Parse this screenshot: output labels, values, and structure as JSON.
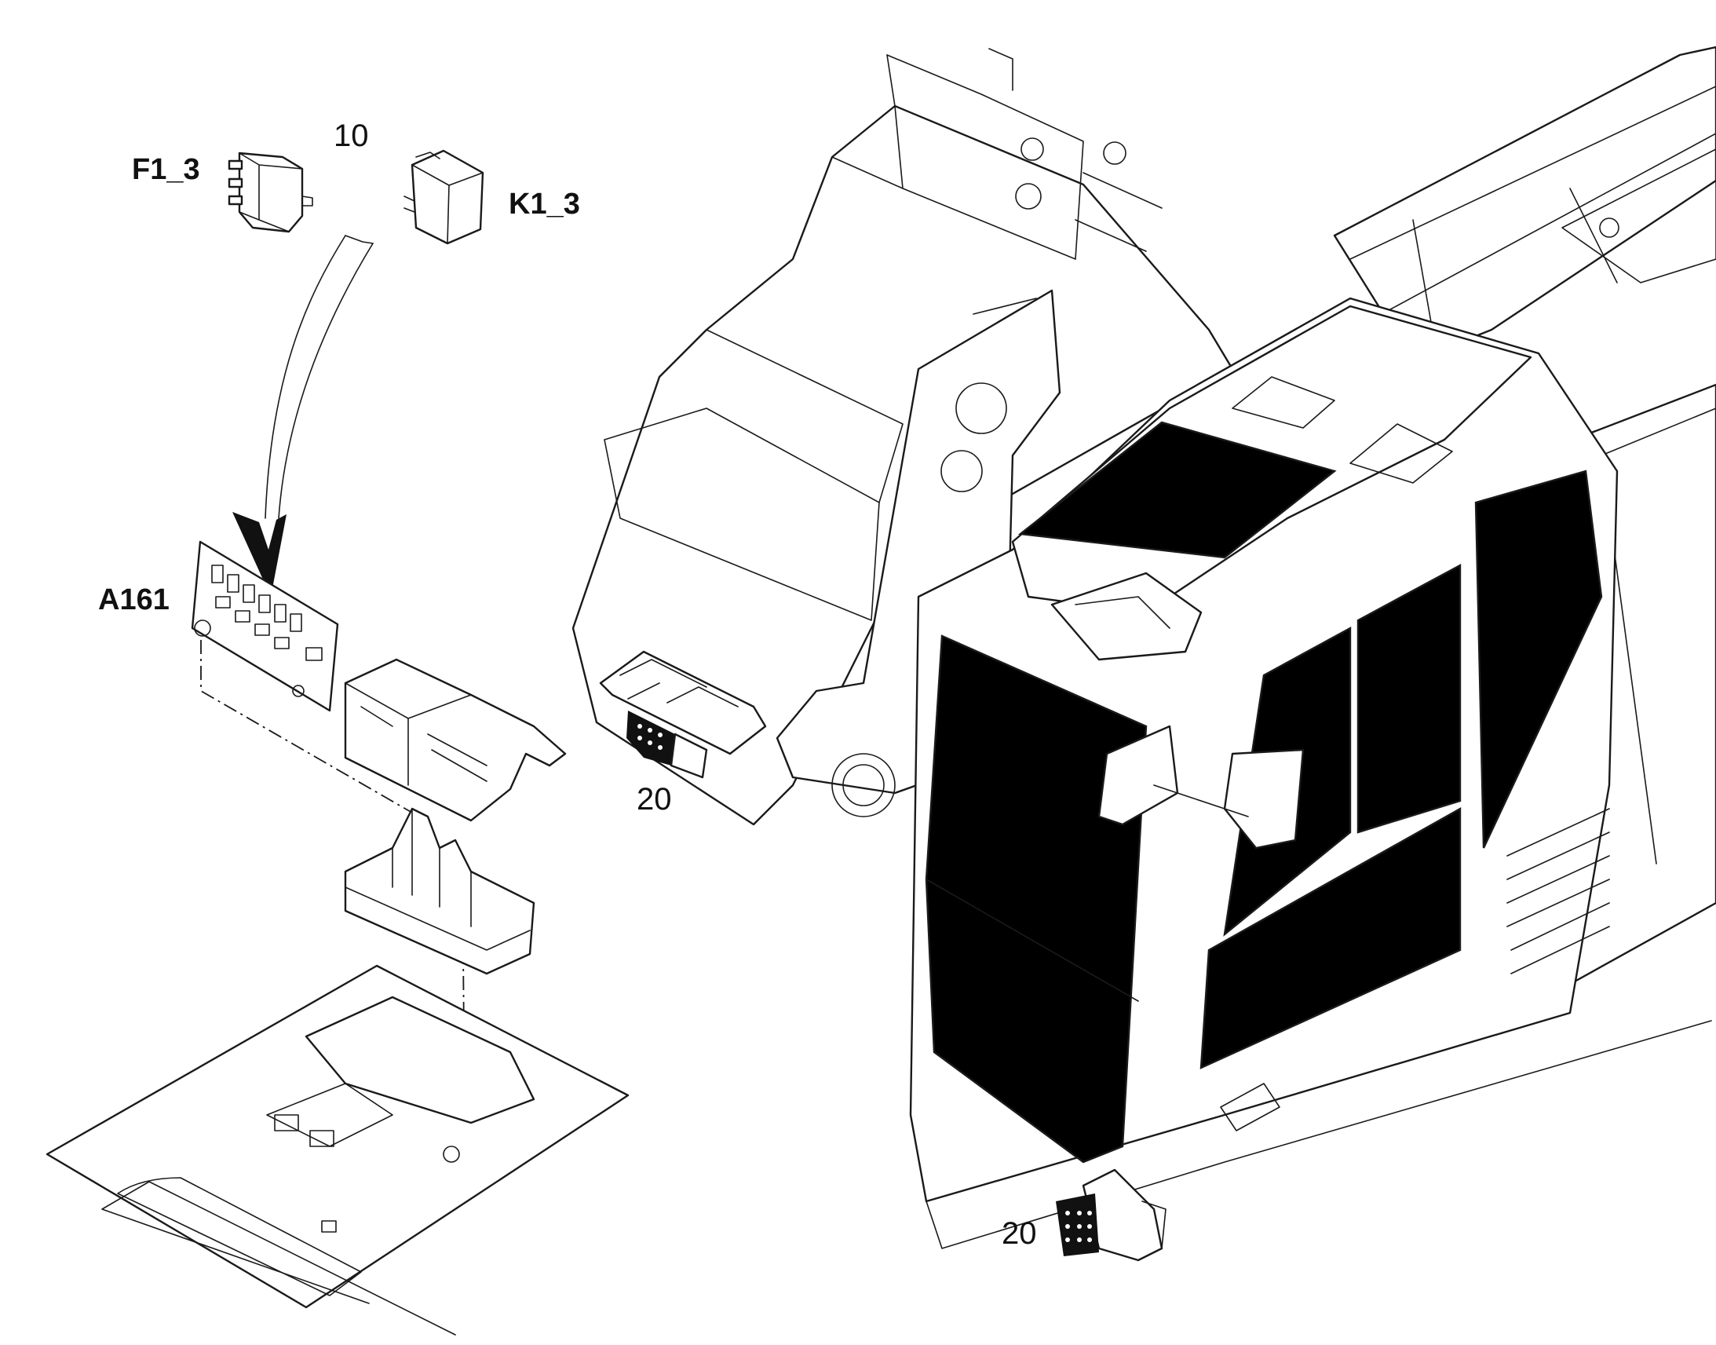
{
  "labels": {
    "item_10": "10",
    "fuse": "F1_3",
    "relay": "K1_3",
    "board": "A161",
    "item_20_upper": "20",
    "item_20_lower": "20"
  }
}
